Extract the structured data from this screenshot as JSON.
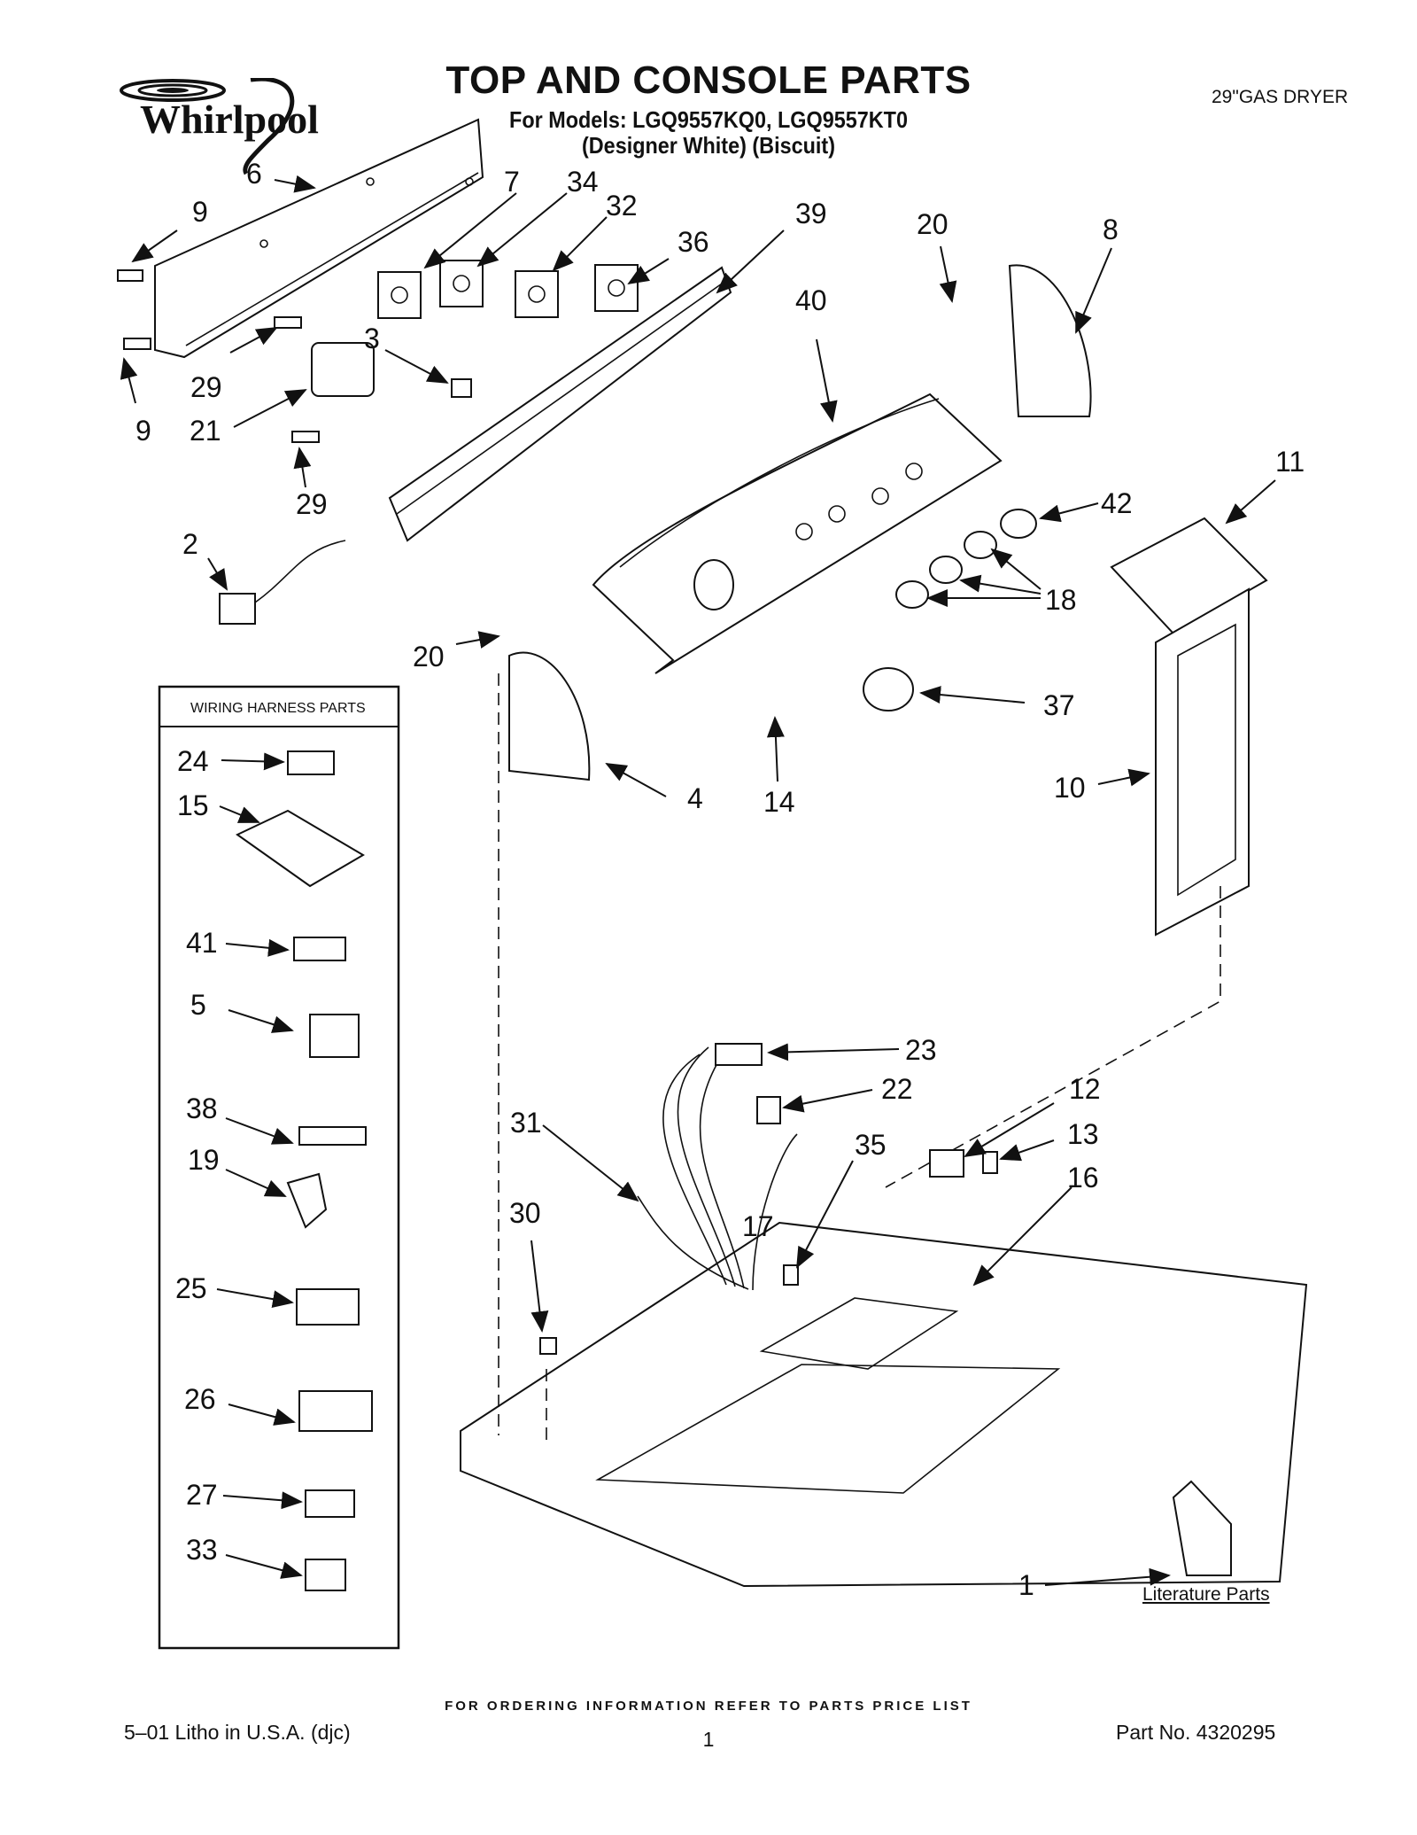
{
  "header": {
    "brand": "Whirlpool",
    "title": "TOP AND CONSOLE PARTS",
    "models_line": "For Models: LGQ9557KQ0, LGQ9557KT0",
    "colors_line": "(Designer White)  (Biscuit)",
    "product": "29\"GAS DRYER"
  },
  "diagram": {
    "callouts": [
      {
        "id": "c6",
        "text": "6"
      },
      {
        "id": "c7",
        "text": "7"
      },
      {
        "id": "c34",
        "text": "34"
      },
      {
        "id": "c32",
        "text": "32"
      },
      {
        "id": "c36",
        "text": "36"
      },
      {
        "id": "c39",
        "text": "39"
      },
      {
        "id": "c20a",
        "text": "20"
      },
      {
        "id": "c8",
        "text": "8"
      },
      {
        "id": "c9a",
        "text": "9"
      },
      {
        "id": "c9b",
        "text": "9"
      },
      {
        "id": "c3",
        "text": "3"
      },
      {
        "id": "c40",
        "text": "40"
      },
      {
        "id": "c29a",
        "text": "29"
      },
      {
        "id": "c21",
        "text": "21"
      },
      {
        "id": "c29b",
        "text": "29"
      },
      {
        "id": "c2",
        "text": "2"
      },
      {
        "id": "c11",
        "text": "11"
      },
      {
        "id": "c42",
        "text": "42"
      },
      {
        "id": "c18",
        "text": "18"
      },
      {
        "id": "c20b",
        "text": "20"
      },
      {
        "id": "c37",
        "text": "37"
      },
      {
        "id": "c4",
        "text": "4"
      },
      {
        "id": "c14",
        "text": "14"
      },
      {
        "id": "c10",
        "text": "10"
      },
      {
        "id": "c23",
        "text": "23"
      },
      {
        "id": "c22",
        "text": "22"
      },
      {
        "id": "c31",
        "text": "31"
      },
      {
        "id": "c12",
        "text": "12"
      },
      {
        "id": "c35",
        "text": "35"
      },
      {
        "id": "c13",
        "text": "13"
      },
      {
        "id": "c16",
        "text": "16"
      },
      {
        "id": "c17",
        "text": "17"
      },
      {
        "id": "c30",
        "text": "30"
      },
      {
        "id": "c1",
        "text": "1"
      }
    ]
  },
  "wiring_harness": {
    "title": "WIRING HARNESS PARTS",
    "items": [
      {
        "id": "w24",
        "text": "24"
      },
      {
        "id": "w15",
        "text": "15"
      },
      {
        "id": "w41",
        "text": "41"
      },
      {
        "id": "w5",
        "text": "5"
      },
      {
        "id": "w38",
        "text": "38"
      },
      {
        "id": "w19",
        "text": "19"
      },
      {
        "id": "w25",
        "text": "25"
      },
      {
        "id": "w26",
        "text": "26"
      },
      {
        "id": "w27",
        "text": "27"
      },
      {
        "id": "w33",
        "text": "33"
      }
    ]
  },
  "literature_label": "Literature Parts",
  "footer": {
    "ordering": "FOR ORDERING INFORMATION REFER TO PARTS PRICE LIST",
    "litho": "5–01 Litho in U.S.A. (djc)",
    "page": "1",
    "part_no": "Part No. 4320295"
  }
}
